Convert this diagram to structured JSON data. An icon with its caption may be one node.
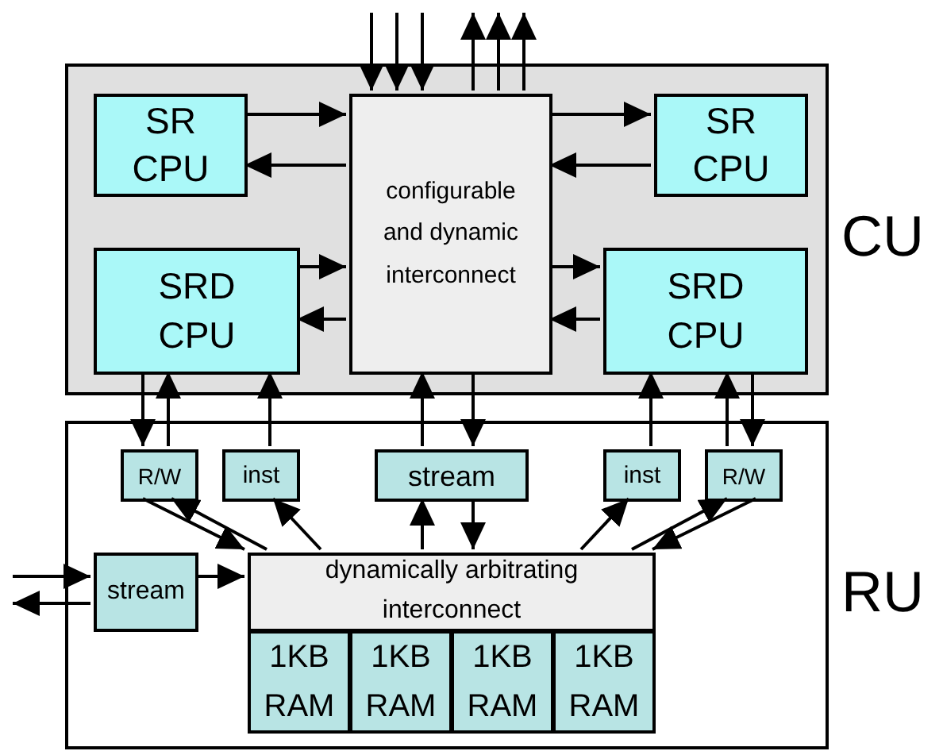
{
  "diagram": {
    "nodes": [
      {
        "text": [],
        "shape": "box"
      },
      {
        "text": [
          "SR CPU"
        ],
        "in": 0
      },
      {
        "text": [
          "configurable and dynamic interconnect"
        ],
        "in": 0
      },
      {
        "text": [
          "SR CPU"
        ],
        "in": 0
      },
      {
        "text": [
          "SRD CPU"
        ],
        "in": 0
      },
      {
        "text": [
          "SRD CPU"
        ],
        "in": 0
      },
      {
        "text": [],
        "shape": "box"
      },
      {
        "text": [
          "R/W"
        ],
        "in": 6
      },
      {
        "text": [
          "inst"
        ],
        "in": 6
      },
      {
        "text": [
          "stream"
        ],
        "in": 6
      },
      {
        "text": [
          "inst"
        ],
        "in": 6
      },
      {
        "text": [
          "R/W"
        ],
        "in": 6
      },
      {
        "text": [
          "stream"
        ],
        "in": 6
      },
      {
        "text": [
          "dynamically arbitrating interconnect"
        ],
        "in": 6
      },
      {
        "text": [
          "1KB RAM"
        ],
        "in": 6
      },
      {
        "text": [
          "1KB RAM"
        ],
        "in": 6
      },
      {
        "text": [
          "1KB RAM"
        ],
        "in": 6
      },
      {
        "text": [
          "1KB RAM"
        ],
        "in": 6
      }
    ],
    "edges": [
      {
        "from": null,
        "to": 2,
        "arrow": "to"
      },
      {
        "from": null,
        "to": 2,
        "arrow": "to"
      },
      {
        "from": null,
        "to": 2,
        "arrow": "to"
      },
      {
        "from": 2,
        "to": null,
        "arrow": "to"
      },
      {
        "from": 2,
        "to": null,
        "arrow": "to"
      },
      {
        "from": 2,
        "to": null,
        "arrow": "to"
      },
      {
        "from": 1,
        "to": 2,
        "arrow": "to"
      },
      {
        "from": 2,
        "to": 1,
        "arrow": "to"
      },
      {
        "from": 2,
        "to": 3,
        "arrow": "to"
      },
      {
        "from": 3,
        "to": 2,
        "arrow": "to"
      },
      {
        "from": 4,
        "to": 2,
        "arrow": "to"
      },
      {
        "from": 2,
        "to": 4,
        "arrow": "to"
      },
      {
        "from": 2,
        "to": 5,
        "arrow": "to"
      },
      {
        "from": 5,
        "to": 2,
        "arrow": "to"
      },
      {
        "from": 4,
        "to": 7,
        "arrow": "to"
      },
      {
        "from": 7,
        "to": 4,
        "arrow": "to"
      },
      {
        "from": 8,
        "to": 4,
        "arrow": "to"
      },
      {
        "from": 9,
        "to": 2,
        "arrow": "to"
      },
      {
        "from": 2,
        "to": 9,
        "arrow": "to"
      },
      {
        "from": 10,
        "to": 5,
        "arrow": "to"
      },
      {
        "from": 11,
        "to": 5,
        "arrow": "to"
      },
      {
        "from": 5,
        "to": 11,
        "arrow": "to"
      },
      {
        "from": 7,
        "to": 13,
        "arrow": "to"
      },
      {
        "from": 13,
        "to": 7,
        "arrow": "to"
      },
      {
        "from": 13,
        "to": 8,
        "arrow": "to"
      },
      {
        "from": 13,
        "to": 9,
        "arrow": "to"
      },
      {
        "from": 9,
        "to": 13,
        "arrow": "to"
      },
      {
        "from": 13,
        "to": 10,
        "arrow": "to"
      },
      {
        "from": 13,
        "to": 11,
        "arrow": "to"
      },
      {
        "from": 11,
        "to": 13,
        "arrow": "to"
      },
      {
        "from": null,
        "to": 12,
        "arrow": "to"
      },
      {
        "from": 12,
        "to": null,
        "arrow": "to"
      },
      {
        "from": 12,
        "to": 13,
        "arrow": "to"
      }
    ],
    "labels": [
      "CU",
      "RU"
    ]
  }
}
